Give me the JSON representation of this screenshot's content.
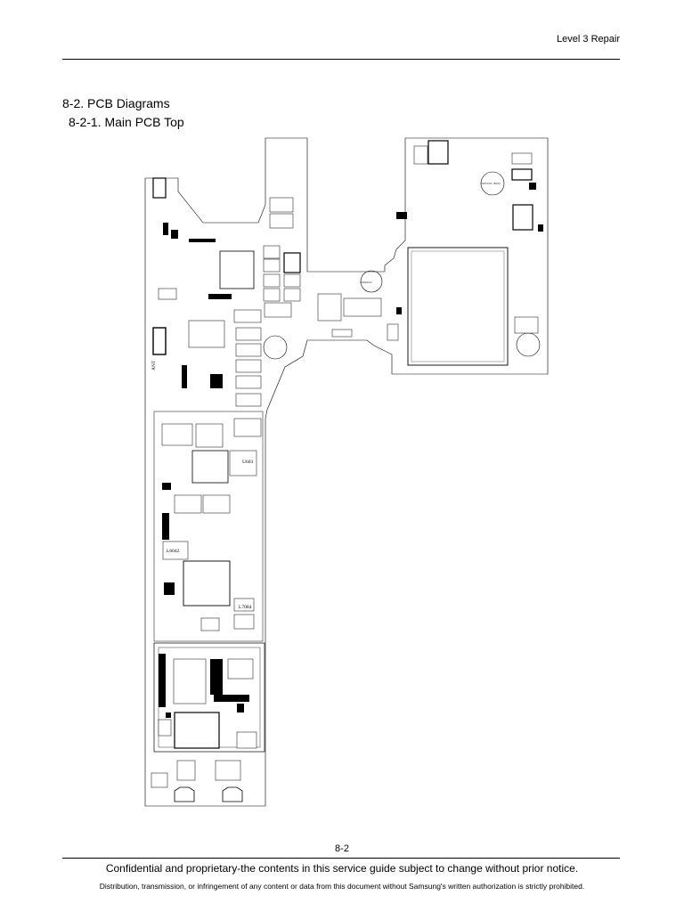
{
  "header": {
    "section_name": "Level 3 Repair"
  },
  "titles": {
    "section": "8-2. PCB Diagrams",
    "subsection": "8-2-1. Main PCB Top"
  },
  "diagram": {
    "ref_labels": {
      "ant_label": "ANT",
      "l6042": "L6042",
      "l7084": "L7084",
      "u603": "U603",
      "mic_label": "MOT001 (BOX)",
      "speaker_label": "SPKR001"
    }
  },
  "footer": {
    "page_number": "8-2",
    "confidential_text": "Confidential and proprietary-the contents in this service guide subject to change without prior notice.",
    "distribution_text": "Distribution, transmission, or infringement of any content or data from this document without Samsung's written authorization is strictly prohibited."
  }
}
